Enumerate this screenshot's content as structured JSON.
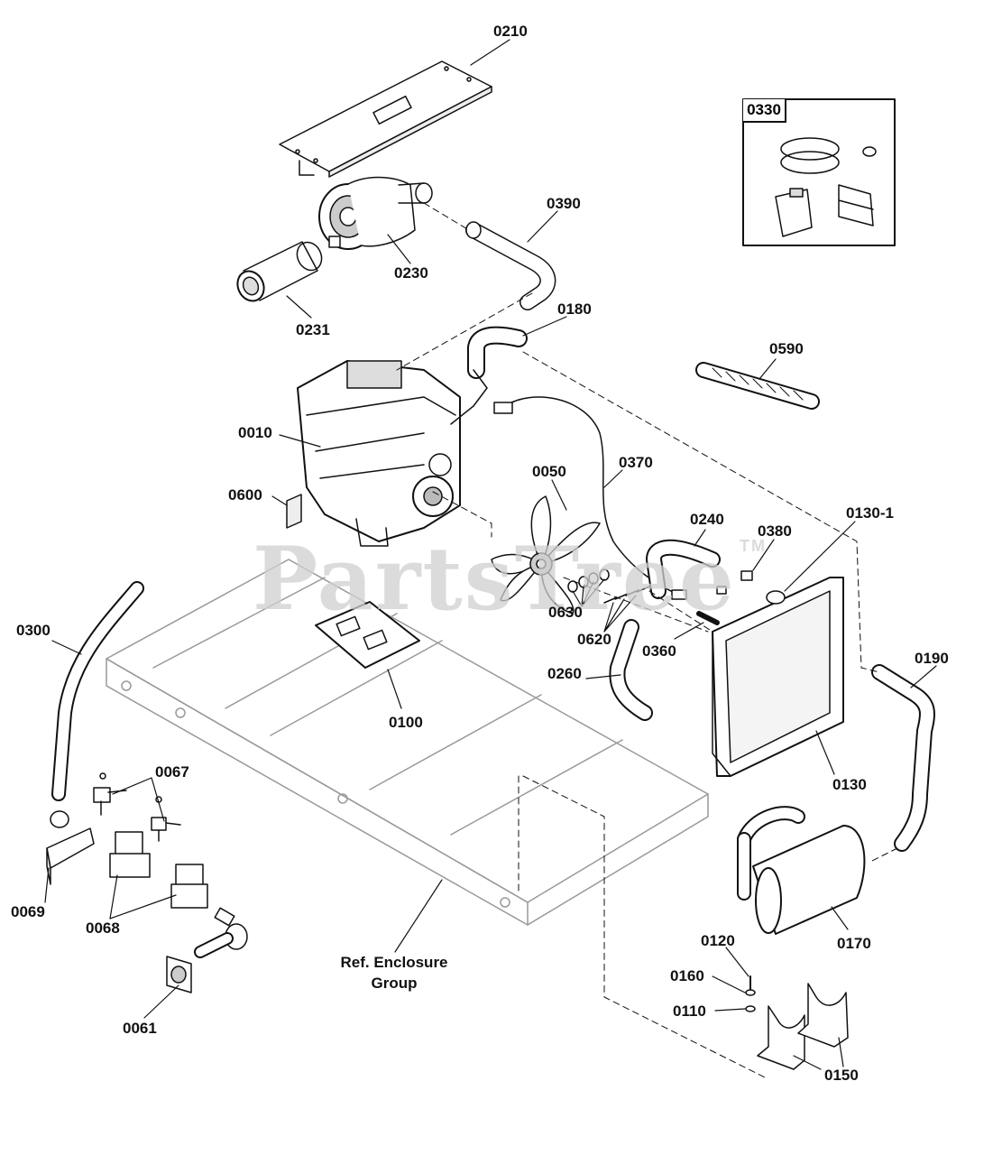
{
  "watermark": {
    "text": "PartsTree",
    "tm": "TM"
  },
  "inset": {
    "title": "0330"
  },
  "labels": {
    "l0210": "0210",
    "l0230": "0230",
    "l0231": "0231",
    "l0390": "0390",
    "l0180": "0180",
    "l0590": "0590",
    "l0010": "0010",
    "l0600": "0600",
    "l0050": "0050",
    "l0370": "0370",
    "l0240": "0240",
    "l0380": "0380",
    "l0130_1": "0130-1",
    "l0300": "0300",
    "l0630": "0630",
    "l0620": "0620",
    "l0360": "0360",
    "l0260": "0260",
    "l0190": "0190",
    "l0100": "0100",
    "l0130": "0130",
    "l0067": "0067",
    "l0069": "0069",
    "l0068": "0068",
    "l0061": "0061",
    "ref_line1": "Ref. Enclosure",
    "ref_line2": "Group",
    "l0170": "0170",
    "l0120": "0120",
    "l0160": "0160",
    "l0110": "0110",
    "l0150": "0150"
  }
}
